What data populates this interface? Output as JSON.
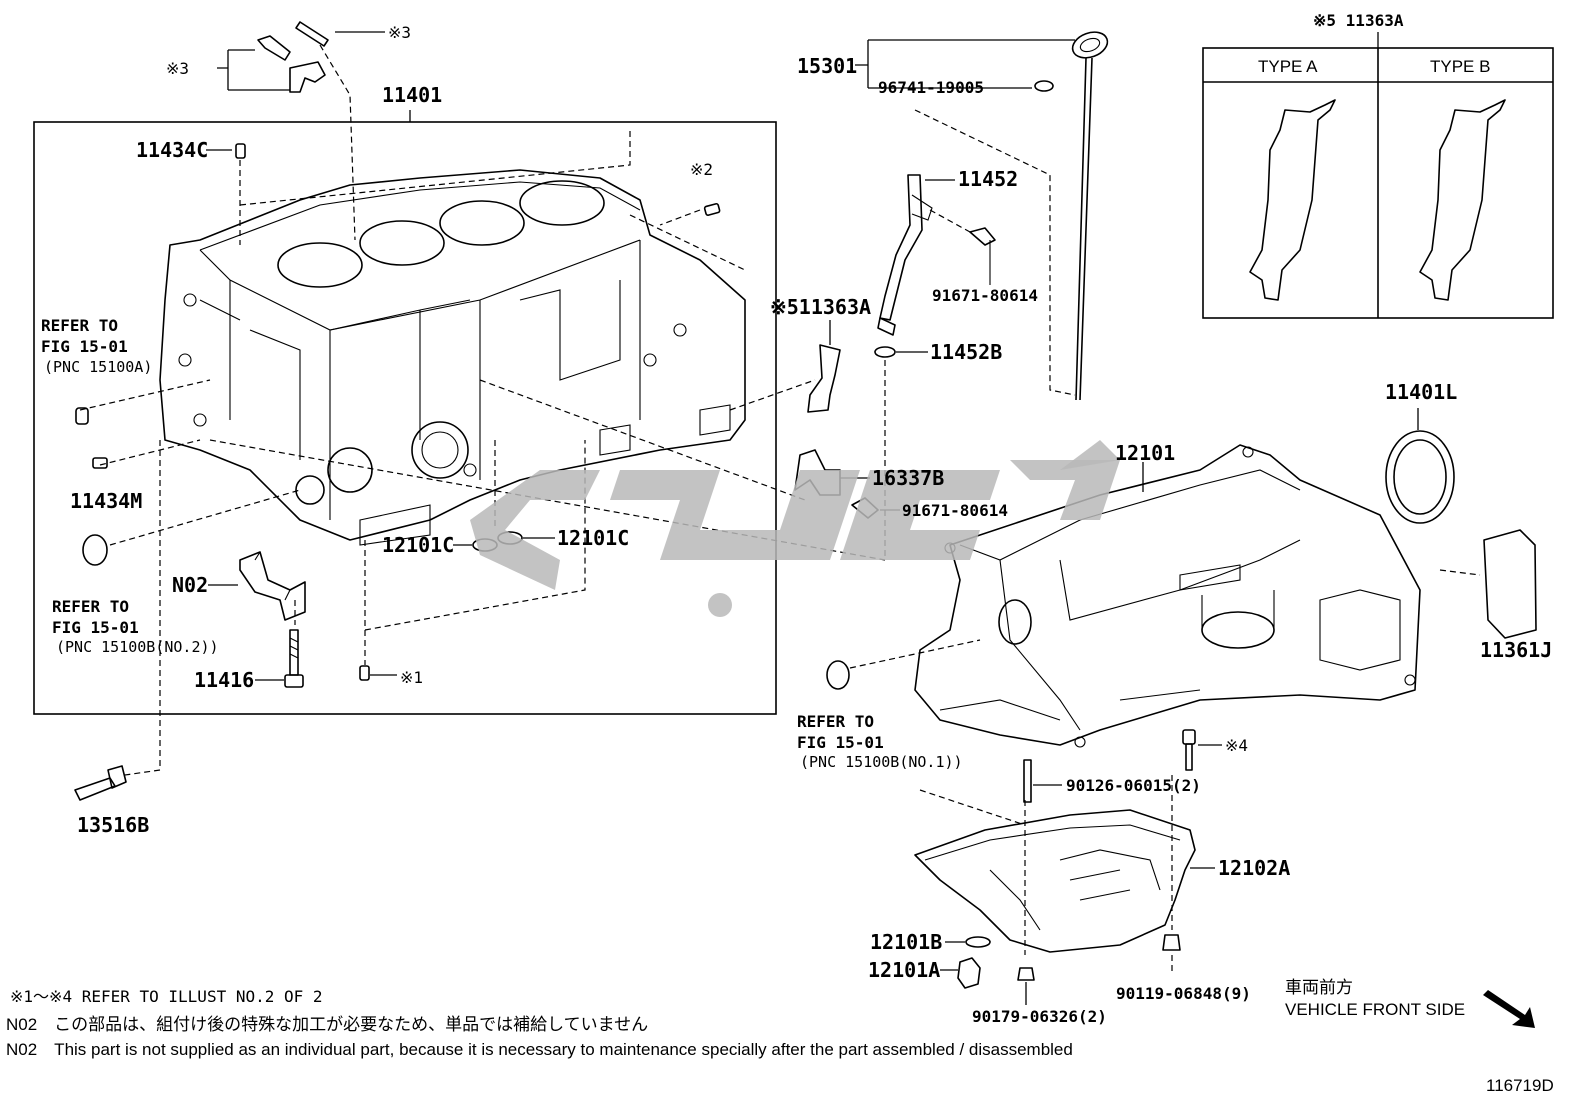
{
  "diagram_id": "116719D",
  "parts": {
    "p11401": "11401",
    "p11434C": "11434C",
    "p11434M": "11434M",
    "p11416": "11416",
    "pN02": "N02",
    "p13516B": "13516B",
    "p15301": "15301",
    "p96741": "96741-19005",
    "p11452": "11452",
    "p91671a": "91671-80614",
    "p11452B": "11452B",
    "p11363A_mid": "※511363A",
    "p16337B": "16337B",
    "p91671b": "91671-80614",
    "p12101C_left": "12101C",
    "p12101C_right": "12101C",
    "p12101": "12101",
    "p11401L": "11401L",
    "p11361J": "11361J",
    "p90126": "90126-06015(2)",
    "p12102A": "12102A",
    "p12101B": "12101B",
    "p12101A": "12101A",
    "p90179": "90179-06326(2)",
    "p90119": "90119-06848(9)",
    "ref3a": "※3",
    "ref3b": "※3",
    "ref2": "※2",
    "ref1": "※1",
    "ref4": "※4"
  },
  "refer_left_top": {
    "line1": "REFER TO",
    "line2": "FIG 15-01",
    "line3": "(PNC 15100A)"
  },
  "refer_left_bottom": {
    "line1": "REFER TO",
    "line2": "FIG 15-01",
    "line3": "(PNC 15100B(NO.2))"
  },
  "refer_right": {
    "line1": "REFER TO",
    "line2": "FIG 15-01",
    "line3": "(PNC 15100B(NO.1))"
  },
  "inset": {
    "title": "※5 11363A",
    "type_a": "TYPE A",
    "type_b": "TYPE B"
  },
  "front_side": {
    "jp": "車両前方",
    "en": "VEHICLE FRONT SIDE"
  },
  "notes": {
    "refer_illust": "※1～※4 REFER TO ILLUST NO.2 OF 2",
    "n02_jp": "N02　この部品は、組付け後の特殊な加工が必要なため、単品では補給していません",
    "n02_en": "N02　This part is not supplied as an individual part, because it is necessary to maintenance specially after the part assembled / disassembled"
  }
}
